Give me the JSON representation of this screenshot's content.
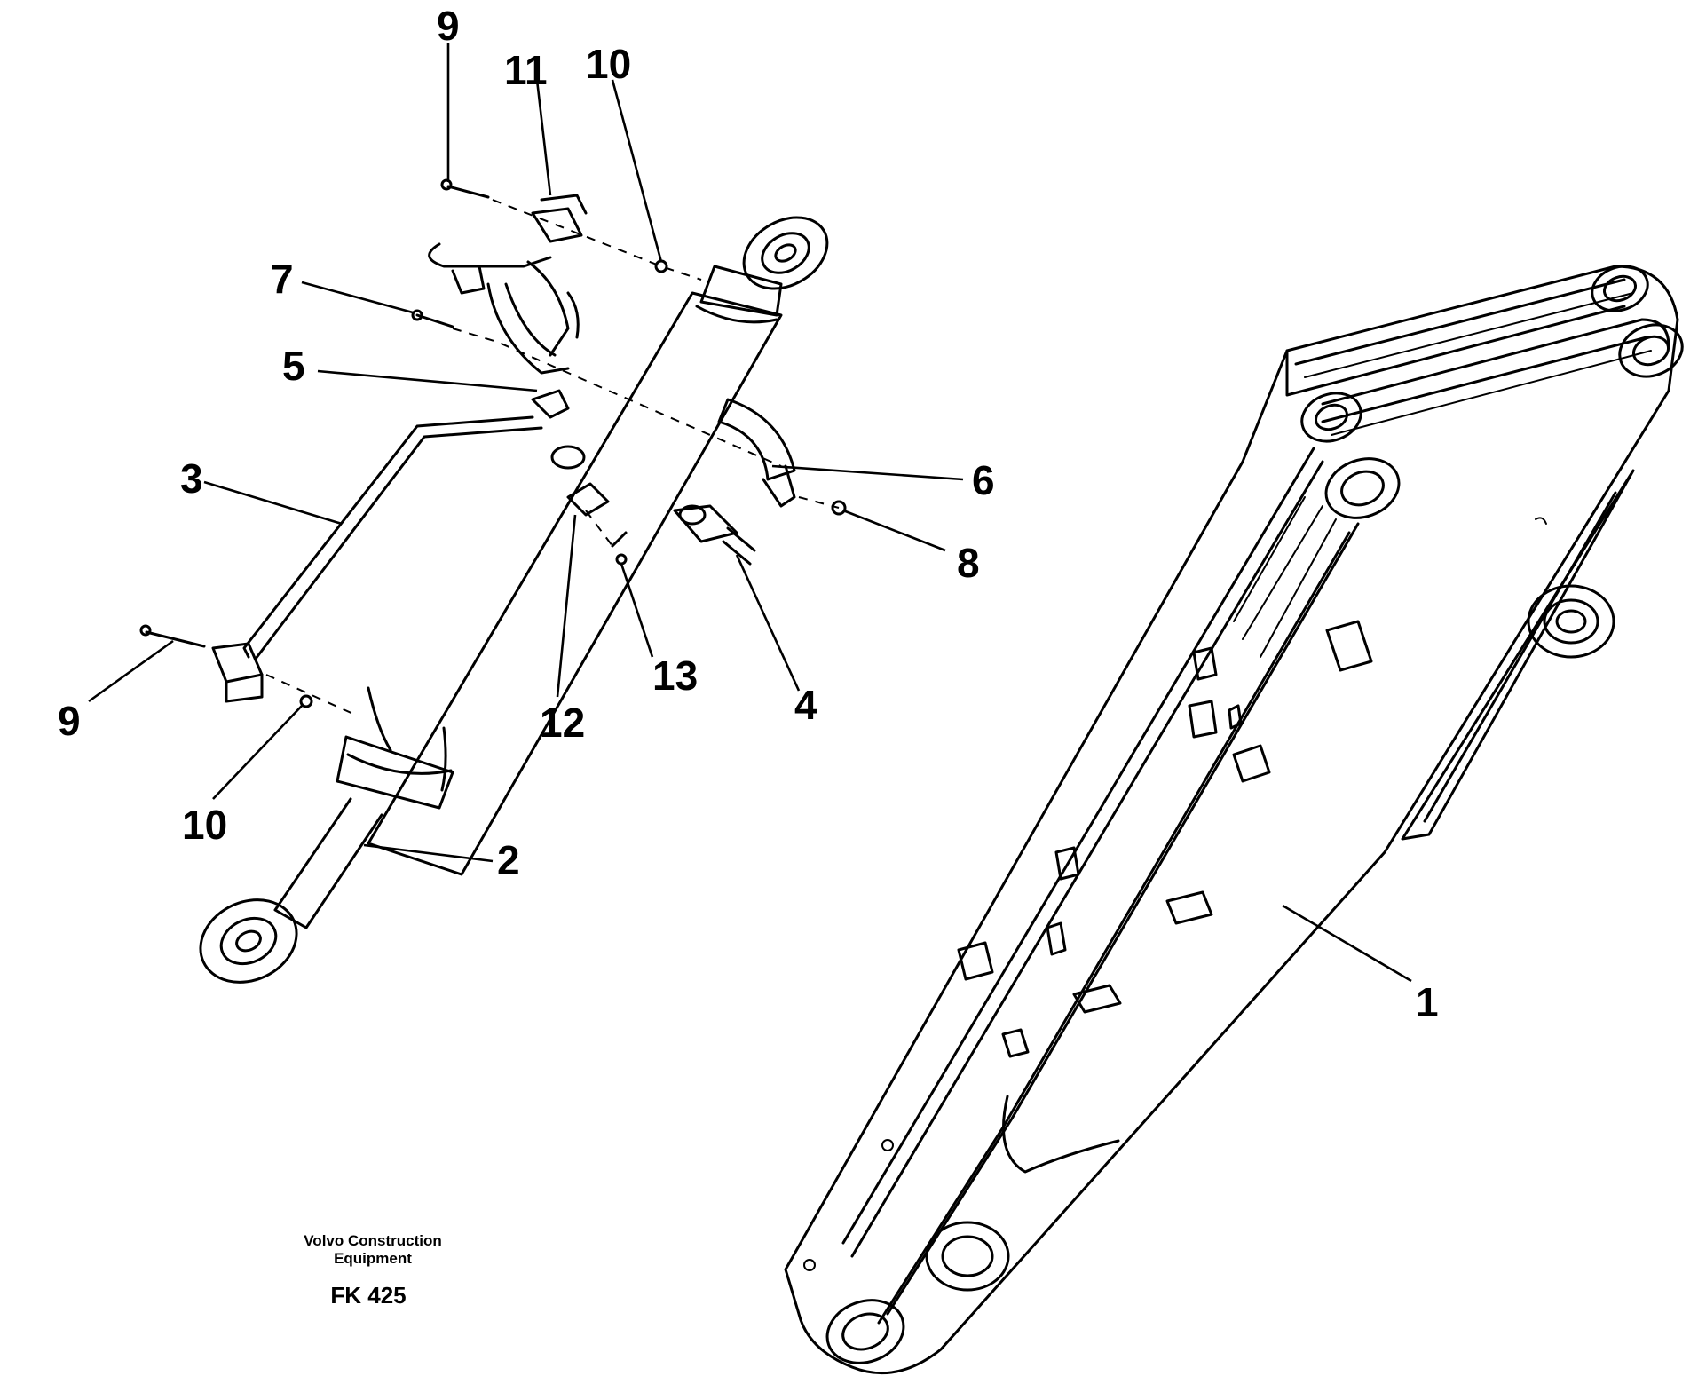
{
  "labels": {
    "part1": "1",
    "part2": "2",
    "part3": "3",
    "part4": "4",
    "part5": "5",
    "part6": "6",
    "part7": "7",
    "part8": "8",
    "part9_top": "9",
    "part9_bottom": "9",
    "part10_top": "10",
    "part10_bottom": "10",
    "part11": "11",
    "part12": "12",
    "part13": "13"
  },
  "credit": {
    "line1": "Volvo Construction",
    "line2": "Equipment",
    "code": "FK 425"
  }
}
